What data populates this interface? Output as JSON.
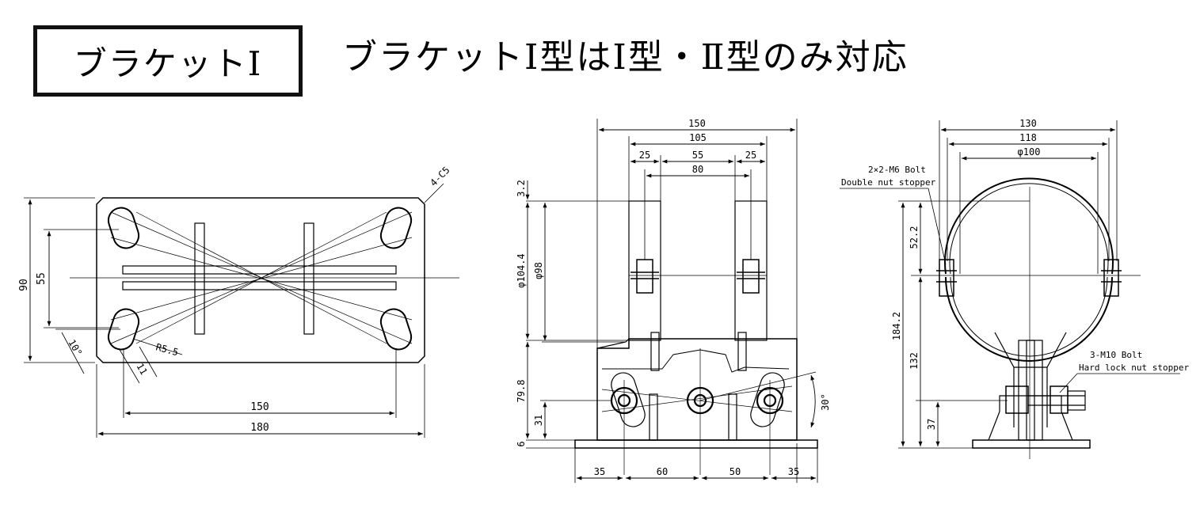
{
  "header": {
    "box_label": "ブラケットⅠ",
    "subtitle": "ブラケットⅠ型はⅠ型・Ⅱ型のみ対応"
  },
  "plan_view": {
    "dim_90": "90",
    "dim_55": "55",
    "dim_150": "150",
    "dim_180": "180",
    "chamfer": "4-C5",
    "radius": "R5.5",
    "angle": "10°",
    "slot": "11"
  },
  "front_view": {
    "dim_150": "150",
    "dim_105": "105",
    "dim_25a": "25",
    "dim_55": "55",
    "dim_25b": "25",
    "dim_80": "80",
    "dim_3_2": "3.2",
    "dim_phi104": "φ104.4",
    "dim_phi98": "φ98",
    "dim_79_8": "79.8",
    "dim_31": "31",
    "dim_6": "6",
    "dim_35a": "35",
    "dim_60": "60",
    "dim_50": "50",
    "dim_35b": "35",
    "angle": "30°"
  },
  "side_view": {
    "dim_130": "130",
    "dim_118": "118",
    "dim_phi100": "φ100",
    "dim_52_2": "52.2",
    "dim_184_2": "184.2",
    "dim_132": "132",
    "dim_37": "37",
    "bolt_note_1": "2×2-M6 Bolt",
    "bolt_note_2": "Double nut stopper",
    "bolt_note_3": "3-M10 Bolt",
    "bolt_note_4": "Hard lock nut stopper"
  }
}
